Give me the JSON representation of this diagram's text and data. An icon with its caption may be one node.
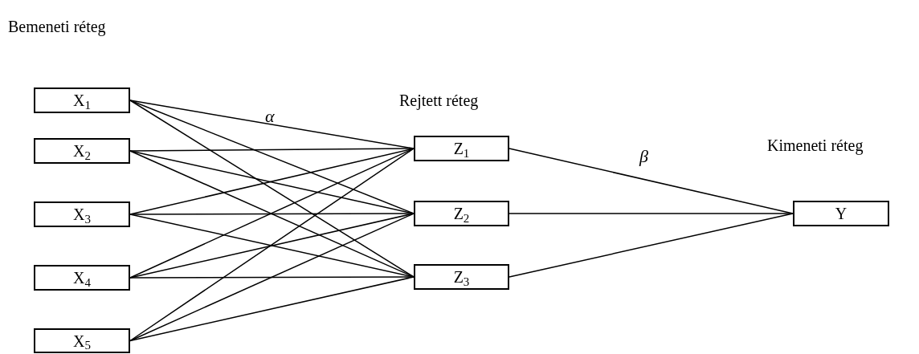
{
  "diagram": {
    "nodes": [
      {
        "text": [
          "X$_{1}$"
        ]
      },
      {
        "text": [
          "X$_{2}$"
        ]
      },
      {
        "text": [
          "X$_{3}$"
        ]
      },
      {
        "text": [
          "X$_{4}$"
        ]
      },
      {
        "text": [
          "X$_{5}$"
        ]
      },
      {
        "text": [
          "Z$_{1}$"
        ]
      },
      {
        "text": [
          "Z$_{2}$"
        ]
      },
      {
        "text": [
          "Z$_{3}$"
        ]
      },
      {
        "text": [
          "Y"
        ]
      }
    ],
    "edges": [
      {
        "from": 0,
        "to": 5,
        "arrow": "none"
      },
      {
        "from": 0,
        "to": 6,
        "arrow": "none"
      },
      {
        "from": 0,
        "to": 7,
        "arrow": "none"
      },
      {
        "from": 1,
        "to": 5,
        "arrow": "none"
      },
      {
        "from": 1,
        "to": 6,
        "arrow": "none"
      },
      {
        "from": 1,
        "to": 7,
        "arrow": "none"
      },
      {
        "from": 2,
        "to": 5,
        "arrow": "none"
      },
      {
        "from": 2,
        "to": 6,
        "arrow": "none"
      },
      {
        "from": 2,
        "to": 7,
        "arrow": "none"
      },
      {
        "from": 3,
        "to": 5,
        "arrow": "none"
      },
      {
        "from": 3,
        "to": 6,
        "arrow": "none"
      },
      {
        "from": 3,
        "to": 7,
        "arrow": "none"
      },
      {
        "from": 4,
        "to": 5,
        "arrow": "none"
      },
      {
        "from": 4,
        "to": 6,
        "arrow": "none"
      },
      {
        "from": 4,
        "to": 7,
        "arrow": "none"
      },
      {
        "from": 5,
        "to": 8,
        "arrow": "none"
      },
      {
        "from": 6,
        "to": 8,
        "arrow": "none"
      },
      {
        "from": 7,
        "to": 8,
        "arrow": "none"
      }
    ],
    "labels": [
      "Bemeneti réteg",
      "α",
      "Rejtett réteg",
      "β",
      "Kimeneti réteg"
    ]
  }
}
